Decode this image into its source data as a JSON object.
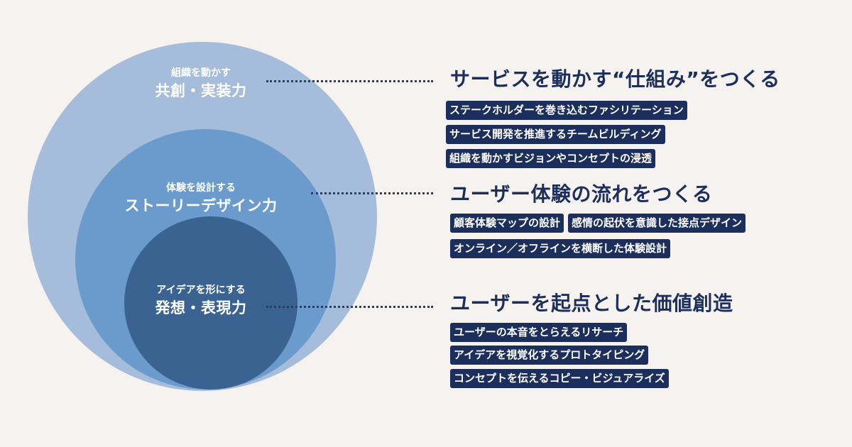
{
  "circles": {
    "outer": {
      "sub": "組織を動かす",
      "main": "共創・実装力"
    },
    "middle": {
      "sub": "体験を設計する",
      "main": "ストーリーデザイン力"
    },
    "inner": {
      "sub": "アイデアを形にする",
      "main": "発想・表現力"
    }
  },
  "sections": [
    {
      "heading": "サービスを動かす“仕組み”をつくる",
      "tags": [
        "ステークホルダーを巻き込むファシリテーション",
        "サービス開発を推進するチームビルディング",
        "組織を動かすビジョンやコンセプトの浸透"
      ]
    },
    {
      "heading": "ユーザー体験の流れをつくる",
      "tags": [
        "顧客体験マップの設計",
        "感情の起伏を意識した接点デザイン",
        "オンライン／オフラインを横断した体験設計"
      ]
    },
    {
      "heading": "ユーザーを起点とした価値創造",
      "tags": [
        "ユーザーの本音をとらえるリサーチ",
        "アイデアを視覚化するプロトタイピング",
        "コンセプトを伝えるコピー・ビジュアライズ"
      ]
    }
  ],
  "colors": {
    "background": "#f6f2ef",
    "outer_circle": "#a5bcda",
    "middle_circle": "#6b9bcc",
    "inner_circle": "#3b6391",
    "navy": "#1c2f5c"
  }
}
